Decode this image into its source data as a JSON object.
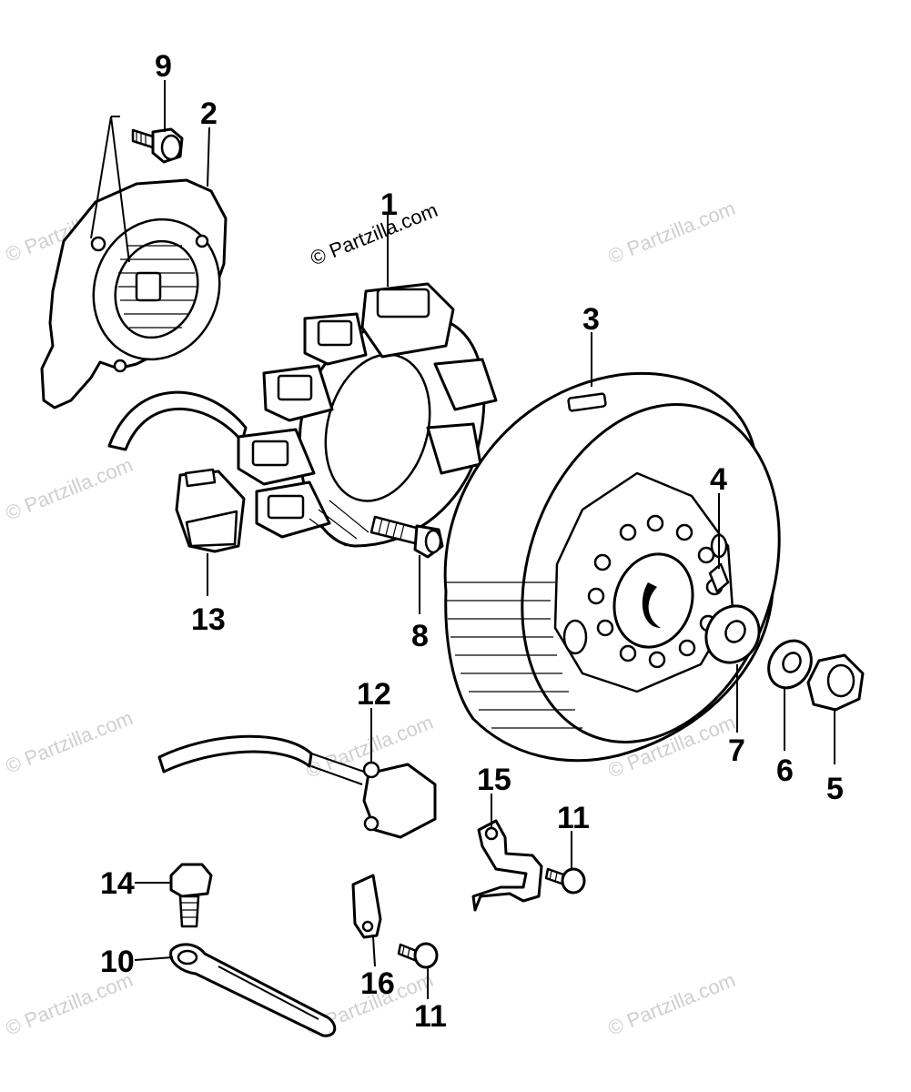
{
  "diagram": {
    "copyright": "© Partzilla.com",
    "watermark": "© Partzilla.com",
    "callouts": [
      "1",
      "2",
      "3",
      "4",
      "5",
      "6",
      "7",
      "8",
      "9",
      "10",
      "11",
      "11",
      "12",
      "13",
      "14",
      "15",
      "16"
    ]
  }
}
